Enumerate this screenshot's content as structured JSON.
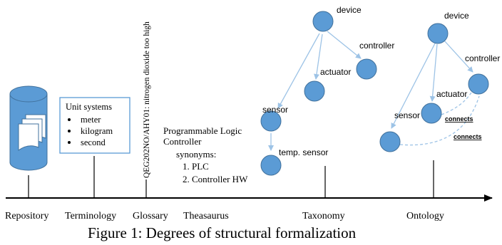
{
  "timeline": {
    "labels": [
      "Repository",
      "Terminology",
      "Glossary",
      "Theasaurus",
      "Taxonomy",
      "Ontology"
    ]
  },
  "terminology_box": {
    "title": "Unit systems",
    "items": [
      "meter",
      "kilogram",
      "second"
    ]
  },
  "glossary": {
    "entry": "QEG202NO/AHY01: nitrogen dioxide too high"
  },
  "thesaurus": {
    "term_line1": "Programmable Logic",
    "term_line2": "Controller",
    "synonyms_label": "synonyms:",
    "synonym1": "1. PLC",
    "synonym2": "2. Controller HW"
  },
  "taxonomy": {
    "device": "device",
    "controller": "controller",
    "actuator": "actuator",
    "sensor": "sensor",
    "temp_sensor": "temp. sensor"
  },
  "ontology": {
    "device": "device",
    "controller": "controller",
    "actuator": "actuator",
    "sensor": "sensor",
    "relation1": "connects",
    "relation2": "connects"
  },
  "caption": "Figure 1: Degrees of structural formalization",
  "colors": {
    "node_fill": "#5b9bd5",
    "node_stroke": "#41719c",
    "edge": "#9dc3e6",
    "box_border": "#5b9bd5"
  }
}
